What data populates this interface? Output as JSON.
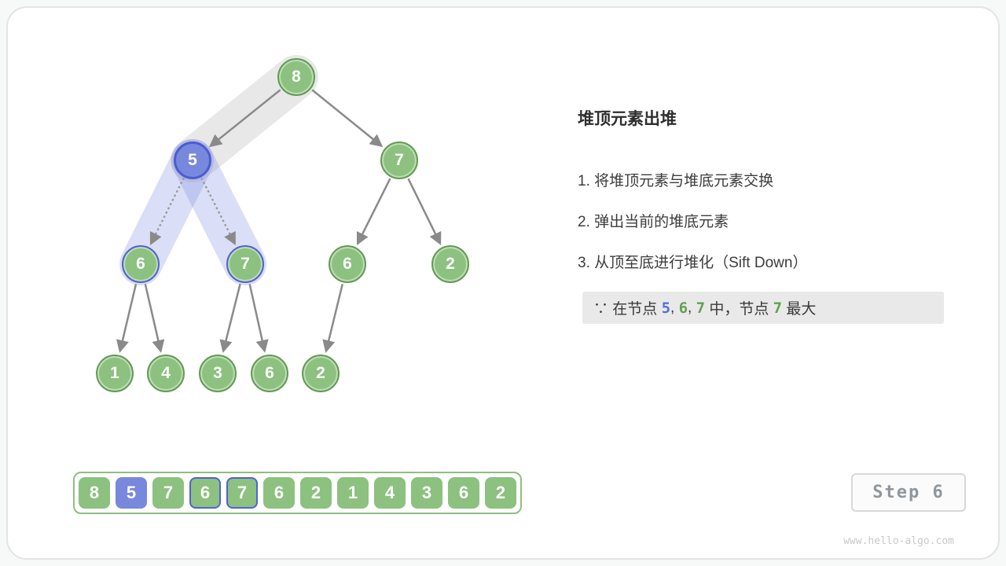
{
  "page": {
    "step_badge": "Step 6",
    "watermark": "www.hello-algo.com"
  },
  "colors": {
    "node_green": "#8cc180",
    "node_green_border": "#649b55",
    "node_blue": "#7888dd",
    "node_blue_border": "#4b5dd0",
    "highlight_band_blue": "rgba(122,138,221,0.28)",
    "highlight_band_gray": "#e8e8e8",
    "edge_gray": "#8a8a8a"
  },
  "panel": {
    "title": "堆顶元素出堆",
    "steps": [
      "1. 将堆顶元素与堆底元素交换",
      "2. 弹出当前的堆底元素",
      "3. 从顶至底进行堆化（Sift Down）"
    ],
    "note": {
      "p0": "∵ 在节点 ",
      "n1": "5",
      "c1": ", ",
      "n2": "6",
      "c2": ", ",
      "n3": "7",
      "p1": " 中，节点 ",
      "n4": "7",
      "p2": " 最大"
    }
  },
  "tree": {
    "nodes": [
      {
        "value": "8",
        "style": "green"
      },
      {
        "value": "5",
        "style": "blue"
      },
      {
        "value": "7",
        "style": "green"
      },
      {
        "value": "6",
        "style": "ring"
      },
      {
        "value": "7",
        "style": "ring"
      },
      {
        "value": "6",
        "style": "green"
      },
      {
        "value": "2",
        "style": "green"
      },
      {
        "value": "1",
        "style": "green"
      },
      {
        "value": "4",
        "style": "green"
      },
      {
        "value": "3",
        "style": "green"
      },
      {
        "value": "6",
        "style": "green"
      },
      {
        "value": "2",
        "style": "green"
      }
    ],
    "edges_solid": [
      [
        0,
        1
      ],
      [
        0,
        2
      ],
      [
        2,
        5
      ],
      [
        2,
        6
      ],
      [
        3,
        7
      ],
      [
        3,
        8
      ],
      [
        4,
        9
      ],
      [
        4,
        10
      ],
      [
        5,
        11
      ]
    ],
    "edges_dotted": [
      [
        1,
        3
      ],
      [
        1,
        4
      ]
    ],
    "bands": {
      "gray": [
        0,
        1
      ],
      "blue": [
        [
          1,
          3
        ],
        [
          1,
          4
        ]
      ]
    }
  },
  "array": {
    "values": [
      "8",
      "5",
      "7",
      "6",
      "7",
      "6",
      "2",
      "1",
      "4",
      "3",
      "6",
      "2"
    ],
    "highlight_blue_fill": [
      1
    ],
    "highlight_blue_border": [
      3,
      4
    ]
  }
}
